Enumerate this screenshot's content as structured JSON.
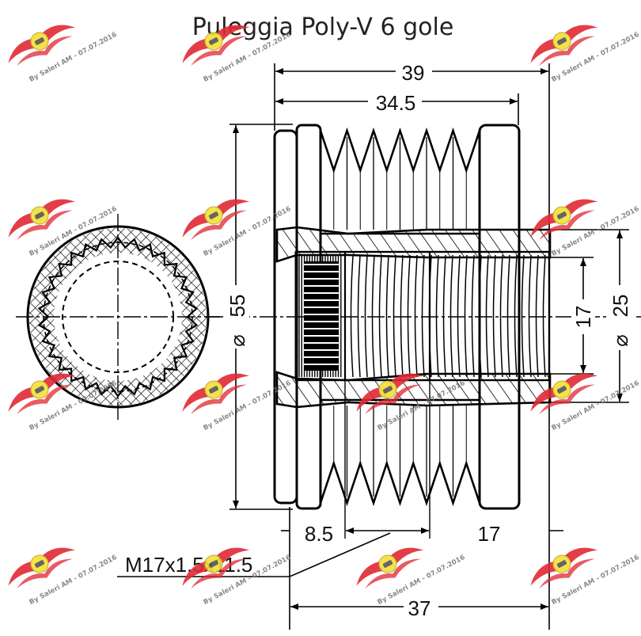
{
  "title": "Puleggia Poly-V 6 gole",
  "dimensions": {
    "overall_length": "39",
    "groove_length": "34.5",
    "pulley_diameter": "55",
    "thread_diameter": "17",
    "bore_diameter": "25",
    "spline_depth": "8.5",
    "thread_length": "17",
    "total_width": "37",
    "thread_spec": "M17x1.5x11.5",
    "dia_symbol": "⌀"
  },
  "watermark": {
    "text": "By Saleri AM - 07.07.2016",
    "logo_color": "#e02a35",
    "logo_accent": "#f3df36"
  }
}
